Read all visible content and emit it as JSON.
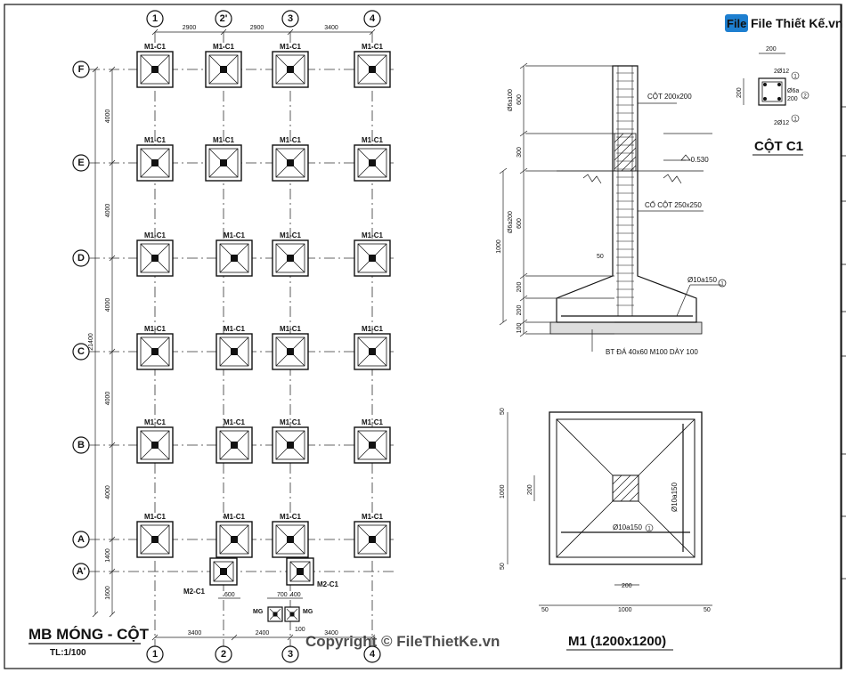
{
  "watermark_logo": "File Thiết Kế.vn",
  "copyright": "Copyright © FileThietKe.vn",
  "plan": {
    "title": "MB MÓNG - CỘT",
    "scale": "TL:1/100",
    "axes_x_top": [
      "1",
      "2'",
      "3",
      "4"
    ],
    "axes_x_bottom": [
      "1",
      "2",
      "3",
      "4"
    ],
    "axes_y": [
      "F",
      "E",
      "D",
      "C",
      "B",
      "A",
      "A'"
    ],
    "dims_top": [
      "2900",
      "2900",
      "3400"
    ],
    "dims_bottom": [
      "3400",
      "2400",
      "3400"
    ],
    "dims_left": [
      "4000",
      "4000",
      "4000",
      "4000",
      "4000",
      "1400",
      "1600"
    ],
    "dim_total": "21400",
    "footing_label": "M1-C1",
    "footing2_label": "M2-C1",
    "mg_label": "MG",
    "small_dims": [
      "600",
      "700",
      "400",
      "100"
    ]
  },
  "section": {
    "labels": {
      "column": "CỘT 200x200",
      "neck": "CỔ CỘT 250x250",
      "level": "-0.530",
      "rebar": "Ø10a150",
      "base": "BT ĐÁ 40x60 M100 DÀY 100",
      "stirrup1": "Ø6a100",
      "stirrup2": "Ø6a200"
    },
    "dims": [
      "600",
      "300",
      "600",
      "200",
      "200",
      "100",
      "1000",
      "50"
    ],
    "marker": "1"
  },
  "col_section": {
    "title": "CỘT C1",
    "dim_w": "200",
    "dim_h": "200",
    "bar_top": "2Ø12",
    "bar_bot": "2Ø12",
    "stirrup": "Ø6a",
    "stirrup_spacing": "200",
    "marks": [
      "1",
      "2",
      "1"
    ]
  },
  "footing_plan": {
    "title": "M1 (1200x1200)",
    "dims_bottom": [
      "50",
      "1000",
      "50"
    ],
    "dim_left": "1000",
    "dim_col": "200",
    "dim_col_bottom": "200",
    "dims_small": [
      "50",
      "50"
    ],
    "rebar_h": "Ø10a150",
    "rebar_v": "Ø10a150",
    "marker": "1"
  }
}
